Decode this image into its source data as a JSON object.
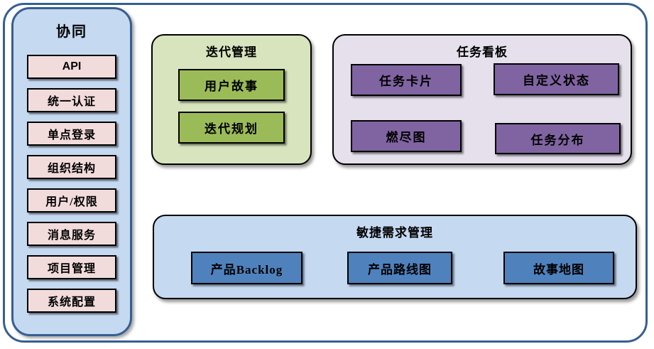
{
  "colors": {
    "frame_border": "#365F91",
    "sidebar_fill": "#C5D9F1",
    "sidebar_border": "#365F91",
    "sidebar_item_fill": "#F2DCDB",
    "iteration_fill": "#D7E4BD",
    "iteration_item_fill": "#9BBB59",
    "kanban_fill": "#E5E0EC",
    "kanban_item_fill": "#8064A2",
    "requirements_fill": "#C5D9F1",
    "requirements_item_fill": "#4F81BD",
    "item_border": "#000000",
    "text": "#000000"
  },
  "sidebar": {
    "title": "协同",
    "items": [
      {
        "label": "API"
      },
      {
        "label": "统一认证"
      },
      {
        "label": "单点登录"
      },
      {
        "label": "组织结构"
      },
      {
        "label": "用户/权限"
      },
      {
        "label": "消息服务"
      },
      {
        "label": "项目管理"
      },
      {
        "label": "系统配置"
      }
    ]
  },
  "iteration": {
    "title": "迭代管理",
    "items": [
      {
        "label": "用户故事"
      },
      {
        "label": "迭代规划"
      }
    ]
  },
  "kanban": {
    "title": "任务看板",
    "items": [
      {
        "label": "任务卡片"
      },
      {
        "label": "自定义状态"
      },
      {
        "label": "燃尽图"
      },
      {
        "label": "任务分布"
      }
    ]
  },
  "requirements": {
    "title": "敏捷需求管理",
    "items": [
      {
        "label": "产品Backlog"
      },
      {
        "label": "产品路线图"
      },
      {
        "label": "故事地图"
      }
    ]
  }
}
